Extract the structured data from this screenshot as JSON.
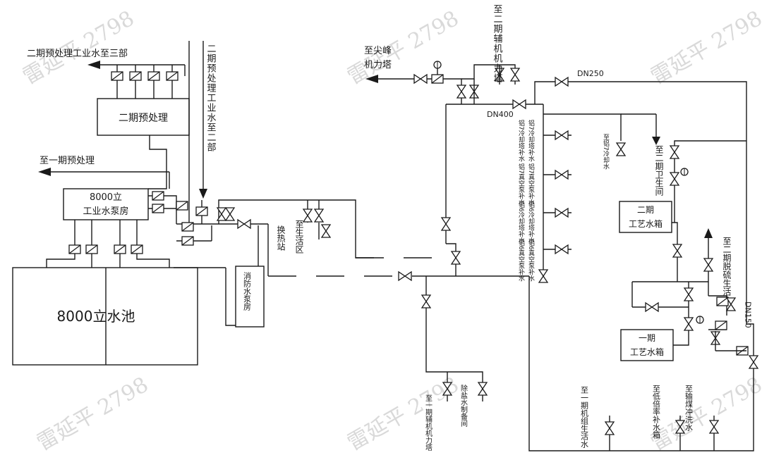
{
  "labels": {
    "phase2_pre_to_dept3": "二期预处理工业水至三部",
    "phase2_pre_to_dept2": "二期预处理工业水至二部",
    "phase2_pretreatment": "二期预处理",
    "to_phase1_pre": "至一期预处理",
    "pump_house_line1": "8000立",
    "pump_house_line2": "工业水泵房",
    "pool": "8000立水池",
    "fire_pump_house": "消防水泵房",
    "heat_exchange_station": "换热站",
    "to_living_area": "至生活区",
    "to_peak_tower_l1": "至尖峰",
    "to_peak_tower_l2": "机力塔",
    "to_phase2_aux_tower": "至二期辅机机力塔",
    "dn400": "DN400",
    "dn250": "DN250",
    "dn150": "DN150",
    "al7_cooling": "铝7冷却塔补水",
    "al7_vacuum": "铝7真空泵补水",
    "al6_cooling": "铝6冷却塔补水",
    "al6_vacuum": "铝6真空泵补水",
    "to_al7_cooling_water": "至铝7冷却水",
    "to_phase2_toilet": "至二期卫生间",
    "phase2_tank_l1": "二期",
    "phase2_tank_l2": "工艺水箱",
    "phase1_tank_l1": "一期",
    "phase1_tank_l2": "工艺水箱",
    "to_phase2_desulf_living": "至二期脱硫生活水",
    "to_phase1_aux_tower": "至一期辅机机力塔",
    "desalting_workshop": "除盐水制备间",
    "to_phase1_mech_living": "至一期机组生活水",
    "to_low_makeup": "至低倍率补水箱",
    "to_coal_conveyor": "至输煤冲洗水",
    "watermark": "雷延平 2798"
  },
  "colors": {
    "line": "#1a1a1a",
    "watermark": "#d9d9d9",
    "background": "#ffffff"
  }
}
